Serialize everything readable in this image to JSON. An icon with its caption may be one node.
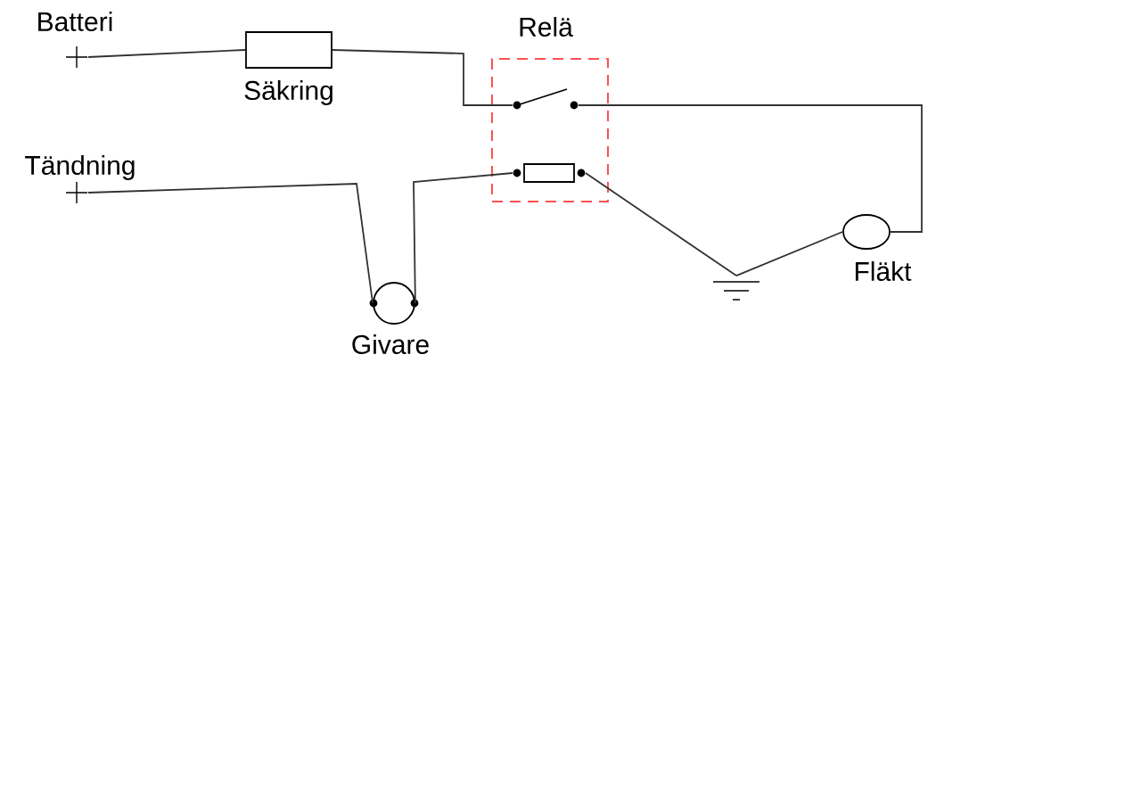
{
  "diagram": {
    "nodes": [
      {
        "text": [
          "Batteri"
        ]
      },
      {
        "text": [
          "Säkring"
        ]
      },
      {
        "text": [
          "Relä"
        ]
      },
      {
        "text": [],
        "shape": "switch",
        "in": 2
      },
      {
        "text": [],
        "shape": "box",
        "in": 2
      },
      {
        "text": [
          "Tändning"
        ]
      },
      {
        "text": [
          "Givare"
        ]
      },
      {
        "text": [],
        "shape": "ground"
      },
      {
        "text": [
          "Fläkt"
        ]
      }
    ],
    "edges": [
      {
        "from": 0,
        "to": 1,
        "arrow": "none"
      },
      {
        "from": 1,
        "to": 3,
        "arrow": "none"
      },
      {
        "from": 3,
        "to": 8,
        "arrow": "none"
      },
      {
        "from": 5,
        "to": 6,
        "arrow": "none"
      },
      {
        "from": 6,
        "to": 4,
        "arrow": "none"
      },
      {
        "from": 4,
        "to": 7,
        "arrow": "none"
      },
      {
        "from": 7,
        "to": 8,
        "arrow": "none"
      }
    ]
  }
}
